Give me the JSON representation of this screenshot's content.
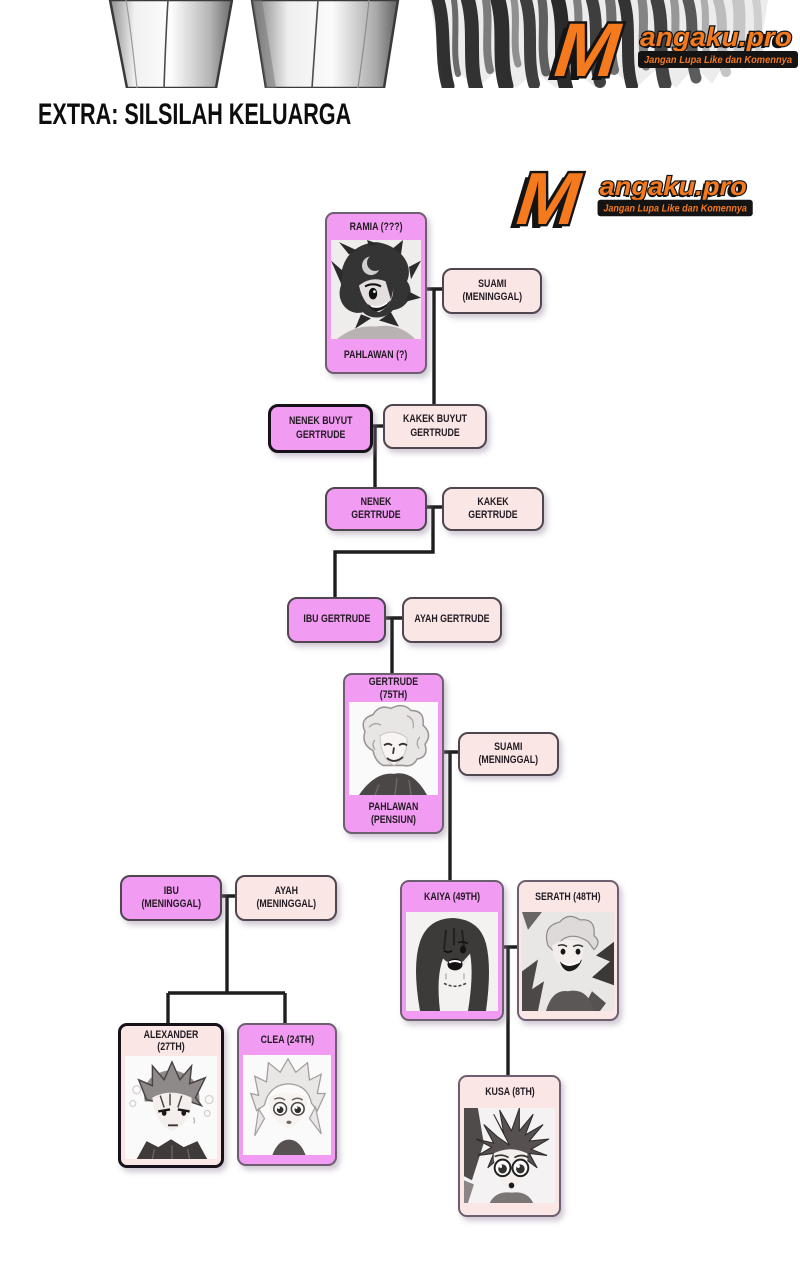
{
  "page": {
    "heading": "EXTRA: SILSILAH KELUARGA"
  },
  "logo": {
    "initial": "M",
    "name": "angaku.pro",
    "tagline": "Jangan Lupa Like dan Komennya",
    "brand_orange": "#F5791D",
    "outline_black": "#141414"
  },
  "colors": {
    "female_box": "#F19BF2",
    "male_box": "#FAE6E4",
    "connector_line": "#1E1E1E"
  },
  "tree": {
    "cards": [
      {
        "id": "ramia",
        "title": "RAMIA (???)",
        "footer": "PAHLAWAN (?)"
      },
      {
        "id": "gertrude",
        "title": "GERTRUDE (75TH)",
        "footer": "PAHLAWAN (PENSIUN)"
      },
      {
        "id": "kaiya",
        "title": "KAIYA (49TH)"
      },
      {
        "id": "serath",
        "title": "SERATH (48TH)"
      },
      {
        "id": "alexander",
        "title": "ALEXANDER (27TH)"
      },
      {
        "id": "clea",
        "title": "CLEA (24TH)"
      },
      {
        "id": "kusa",
        "title": "KUSA (8TH)"
      }
    ],
    "boxes": [
      {
        "id": "suami-ramia",
        "label": "SUAMI\n(MENINGGAL)"
      },
      {
        "id": "nenek-buyut",
        "label": "NENEK BUYUT\nGERTRUDE"
      },
      {
        "id": "kakek-buyut",
        "label": "KAKEK BUYUT\nGERTRUDE"
      },
      {
        "id": "nenek-gertrude",
        "label": "NENEK GERTRUDE"
      },
      {
        "id": "kakek-gertrude",
        "label": "KAKEK GERTRUDE"
      },
      {
        "id": "ibu-gertrude",
        "label": "IBU GERTRUDE"
      },
      {
        "id": "ayah-gertrude",
        "label": "AYAH GERTRUDE"
      },
      {
        "id": "suami-gertrude",
        "label": "SUAMI\n(MENINGGAL)"
      },
      {
        "id": "ibu-meninggal",
        "label": "IBU\n(MENINGGAL)"
      },
      {
        "id": "ayah-meninggal",
        "label": "AYAH\n(MENINGGAL)"
      }
    ]
  }
}
